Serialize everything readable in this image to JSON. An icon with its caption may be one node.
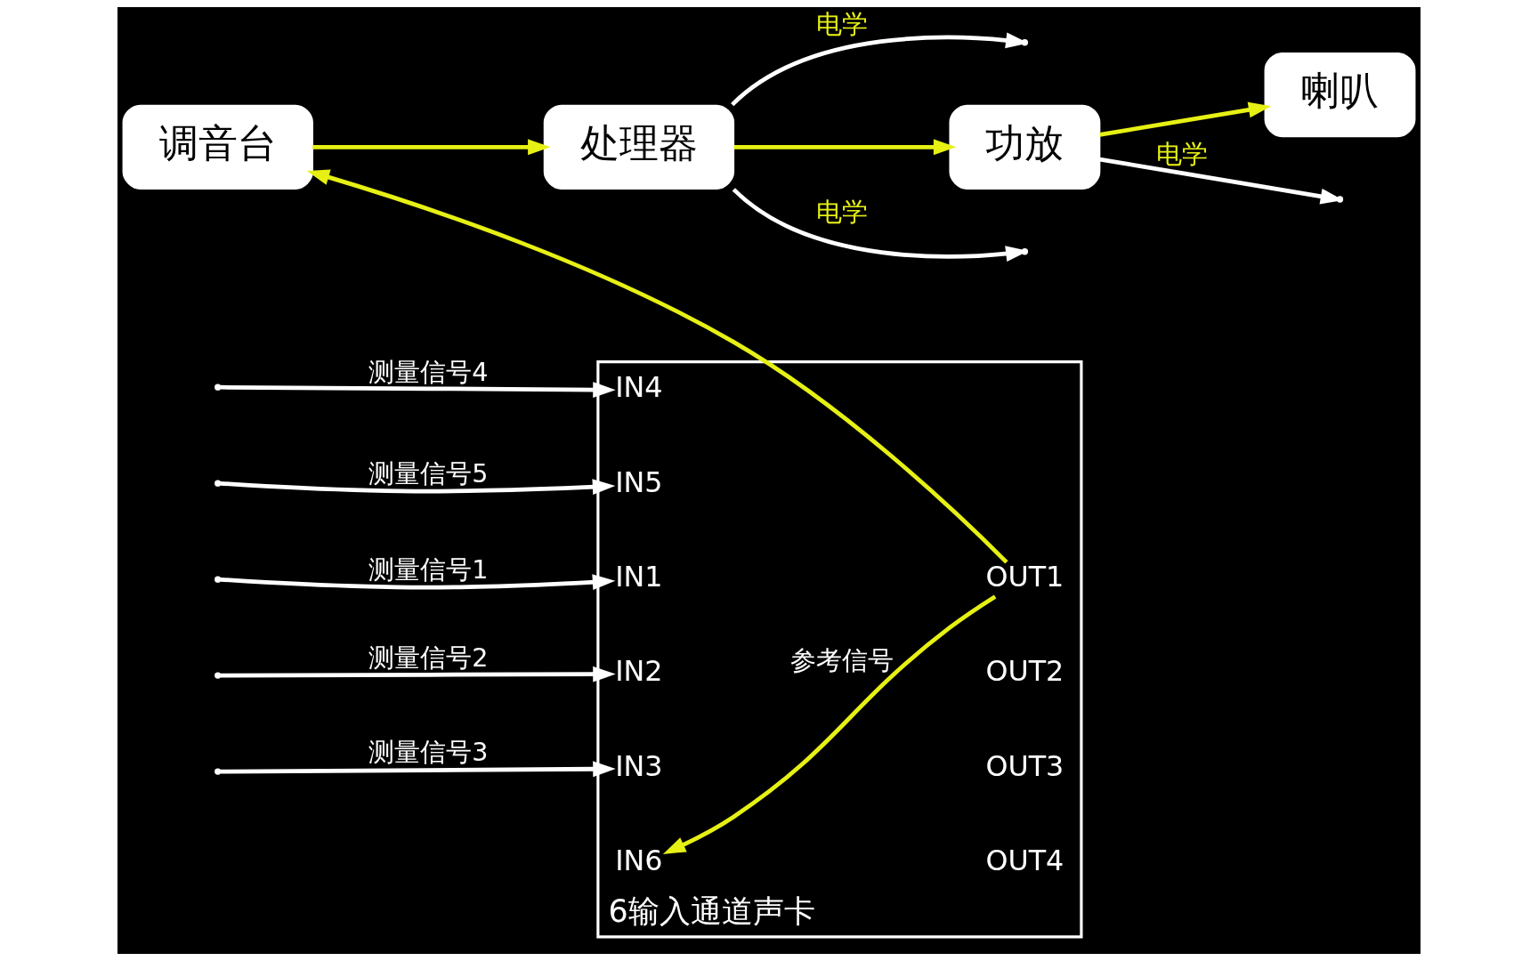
{
  "diagram": {
    "nodes": [
      {
        "text": [
          "调音台"
        ]
      },
      {
        "text": [
          "处理器"
        ]
      },
      {
        "text": [
          "功放"
        ]
      },
      {
        "text": [
          "喇叭"
        ]
      },
      {
        "text": [
          "6输入通道声卡"
        ]
      },
      {
        "text": [
          "IN1"
        ],
        "in": 4
      },
      {
        "text": [
          "IN2"
        ],
        "in": 4
      },
      {
        "text": [
          "IN3"
        ],
        "in": 4
      },
      {
        "text": [
          "IN4"
        ],
        "in": 4
      },
      {
        "text": [
          "IN5"
        ],
        "in": 4
      },
      {
        "text": [
          "IN6"
        ],
        "in": 4
      },
      {
        "text": [
          "OUT1"
        ],
        "in": 4
      },
      {
        "text": [
          "OUT2"
        ],
        "in": 4
      },
      {
        "text": [
          "OUT3"
        ],
        "in": 4
      },
      {
        "text": [
          "OUT4"
        ],
        "in": 4
      }
    ],
    "edges": [
      {
        "from": 0,
        "to": 1,
        "arrow": "to",
        "color": "#e6f014"
      },
      {
        "from": 1,
        "to": 2,
        "arrow": "to",
        "color": "#e6f014"
      },
      {
        "from": 2,
        "to": 3,
        "arrow": "to",
        "color": "#e6f014"
      },
      {
        "from": 1,
        "to": null,
        "arrow": "to",
        "label": "电学",
        "color": "#ffffff"
      },
      {
        "from": 1,
        "to": null,
        "arrow": "to",
        "label": "电学",
        "color": "#ffffff"
      },
      {
        "from": 2,
        "to": null,
        "arrow": "to",
        "label": "电学",
        "color": "#ffffff"
      },
      {
        "from": null,
        "to": 5,
        "arrow": "to",
        "label": "测量信号1",
        "color": "#ffffff"
      },
      {
        "from": null,
        "to": 6,
        "arrow": "to",
        "label": "测量信号2",
        "color": "#ffffff"
      },
      {
        "from": null,
        "to": 7,
        "arrow": "to",
        "label": "测量信号3",
        "color": "#ffffff"
      },
      {
        "from": null,
        "to": 8,
        "arrow": "to",
        "label": "测量信号4",
        "color": "#ffffff"
      },
      {
        "from": null,
        "to": 9,
        "arrow": "to",
        "label": "测量信号5",
        "color": "#ffffff"
      },
      {
        "from": 11,
        "to": 0,
        "arrow": "to",
        "color": "#e6f014"
      },
      {
        "from": 11,
        "to": 10,
        "arrow": "to",
        "label": "参考信号",
        "color": "#e6f014"
      }
    ]
  }
}
